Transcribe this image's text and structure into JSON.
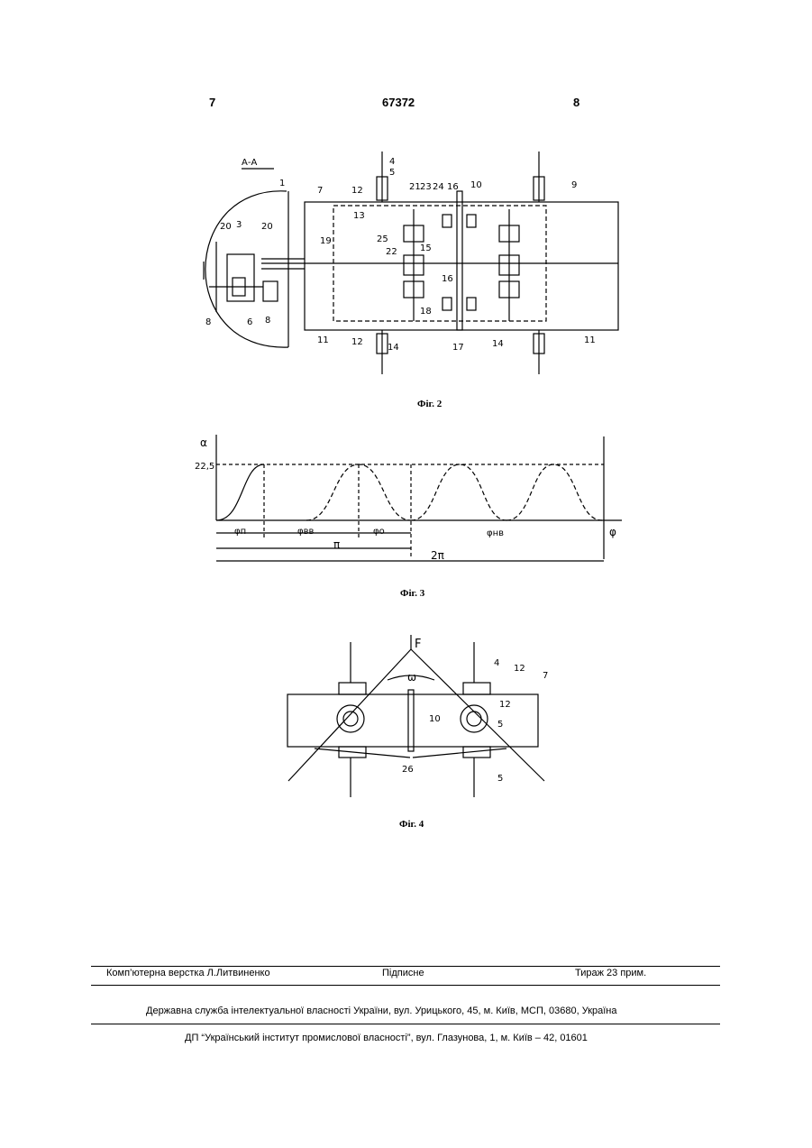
{
  "header": {
    "page_left": "7",
    "patent_number": "67372",
    "page_right": "8"
  },
  "fig2": {
    "caption": "Фіг. 2",
    "section_label": "А-А",
    "labels": [
      "1",
      "4",
      "5",
      "12",
      "7",
      "21",
      "23",
      "24",
      "16",
      "10",
      "9",
      "20",
      "3",
      "20",
      "13",
      "19",
      "25",
      "22",
      "15",
      "8",
      "6",
      "8",
      "18",
      "16",
      "11",
      "12",
      "14",
      "17",
      "14",
      "11"
    ]
  },
  "fig3": {
    "caption": "Фіг. 3",
    "y_label": "α",
    "y_value": "22,5",
    "x_label": "φ",
    "phases": [
      "φп",
      "φвв",
      "φо",
      "φнв"
    ],
    "pi": "π",
    "two_pi": "2π"
  },
  "fig4": {
    "caption": "Фіг. 4",
    "force": "F",
    "angle": "ω",
    "labels": [
      "4",
      "12",
      "7",
      "12",
      "5",
      "10",
      "26",
      "5"
    ]
  },
  "footer": {
    "layout": "Комп’ютерна верстка Л.Литвиненко",
    "signed": "Підписне",
    "circulation": "Тираж 23 прим.",
    "agency": "Державна служба інтелектуальної власності України, вул. Урицького, 45, м. Київ, МСП, 03680, Україна",
    "institute": "ДП “Український інститут промислової власності”, вул. Глазунова, 1, м. Київ – 42, 01601"
  }
}
